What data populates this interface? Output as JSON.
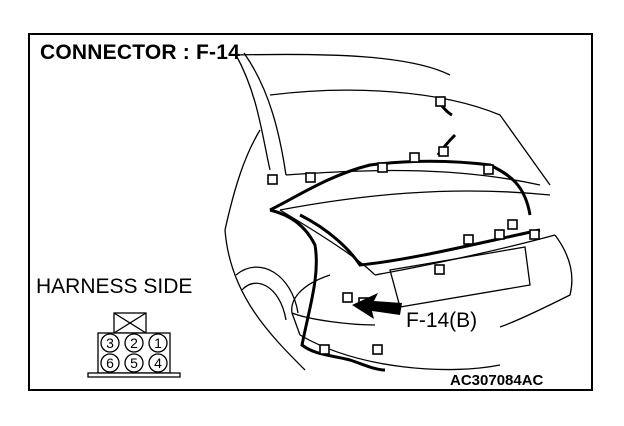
{
  "title": "CONNECTOR : F-14",
  "harness_side_label": "HARNESS SIDE",
  "callout_label": "F-14(B)",
  "figure_code": "AC307084AC",
  "connector": {
    "top_row": [
      "3",
      "2",
      "1"
    ],
    "bottom_row": [
      "6",
      "5",
      "4"
    ]
  }
}
